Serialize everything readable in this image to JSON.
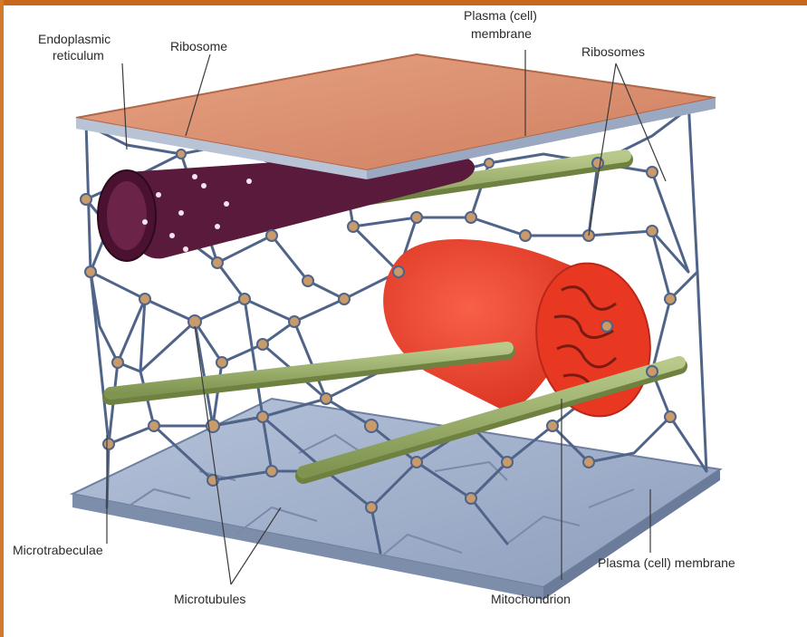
{
  "labels": {
    "endoplasmic_reticulum_line1": "Endoplasmic",
    "endoplasmic_reticulum_line2": "reticulum",
    "ribosome": "Ribosome",
    "plasma_membrane_top_line1": "Plasma (cell)",
    "plasma_membrane_top_line2": "membrane",
    "ribosomes": "Ribosomes",
    "microtrabeculae": "Microtrabeculae",
    "microtubules": "Microtubules",
    "mitochondrion": "Mitochondrion",
    "plasma_membrane_bottom": "Plasma (cell) membrane"
  },
  "colors": {
    "frame_accent": "#c8661c",
    "top_membrane": "#dd9473",
    "bottom_membrane": "#9fb0cc",
    "endoplasmic_reticulum": "#5a1a3c",
    "mitochondrion": "#ec3f2b",
    "microtubules": "#9bb06a",
    "lattice": "#4f6488",
    "ribosome_nodes": "#c99a6a"
  }
}
